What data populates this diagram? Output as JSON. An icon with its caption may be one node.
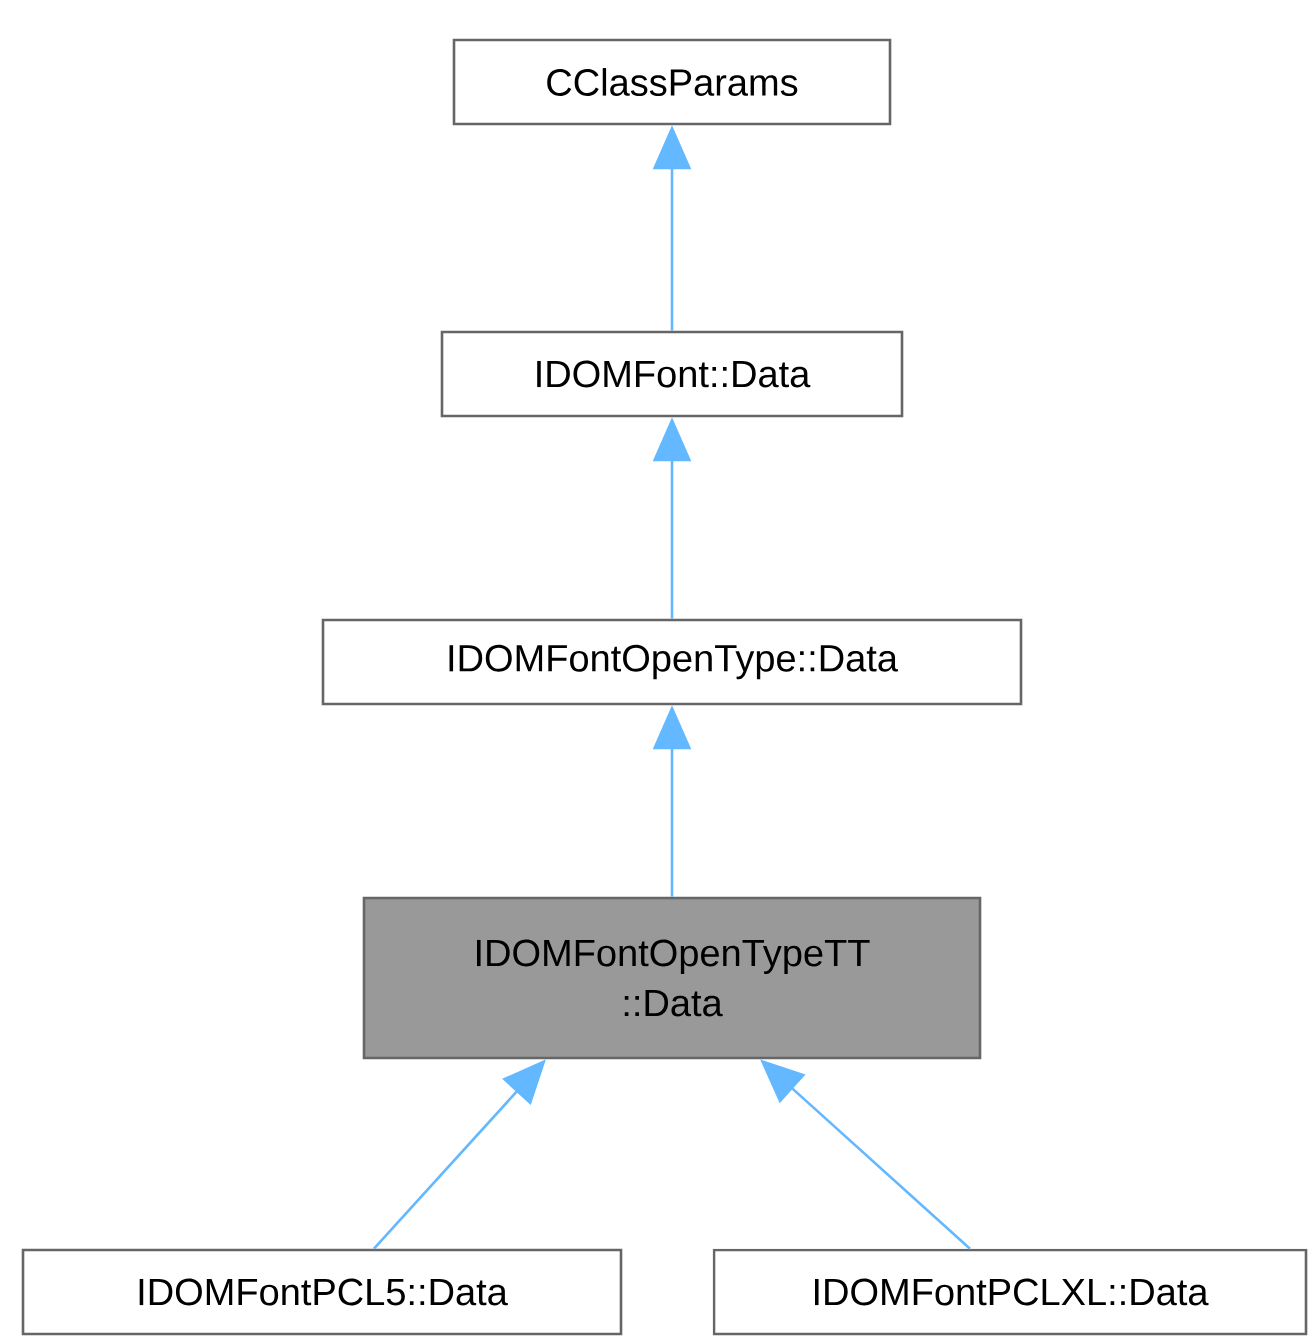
{
  "diagram": {
    "nodes": [
      {
        "text": [
          "CClassParams"
        ]
      },
      {
        "text": [
          "IDOMFont::Data"
        ]
      },
      {
        "text": [
          "IDOMFontOpenType::Data"
        ]
      },
      {
        "text": [
          "IDOMFontOpenTypeTT ::Data"
        ]
      },
      {
        "text": [
          "IDOMFontPCL5::Data"
        ]
      },
      {
        "text": [
          "IDOMFontPCLXL::Data"
        ]
      }
    ],
    "edges": [
      {
        "from": 1,
        "to": 0,
        "arrow": "to"
      },
      {
        "from": 2,
        "to": 1,
        "arrow": "to"
      },
      {
        "from": 3,
        "to": 2,
        "arrow": "to"
      },
      {
        "from": 4,
        "to": 3,
        "arrow": "to"
      },
      {
        "from": 5,
        "to": 3,
        "arrow": "to"
      }
    ]
  }
}
